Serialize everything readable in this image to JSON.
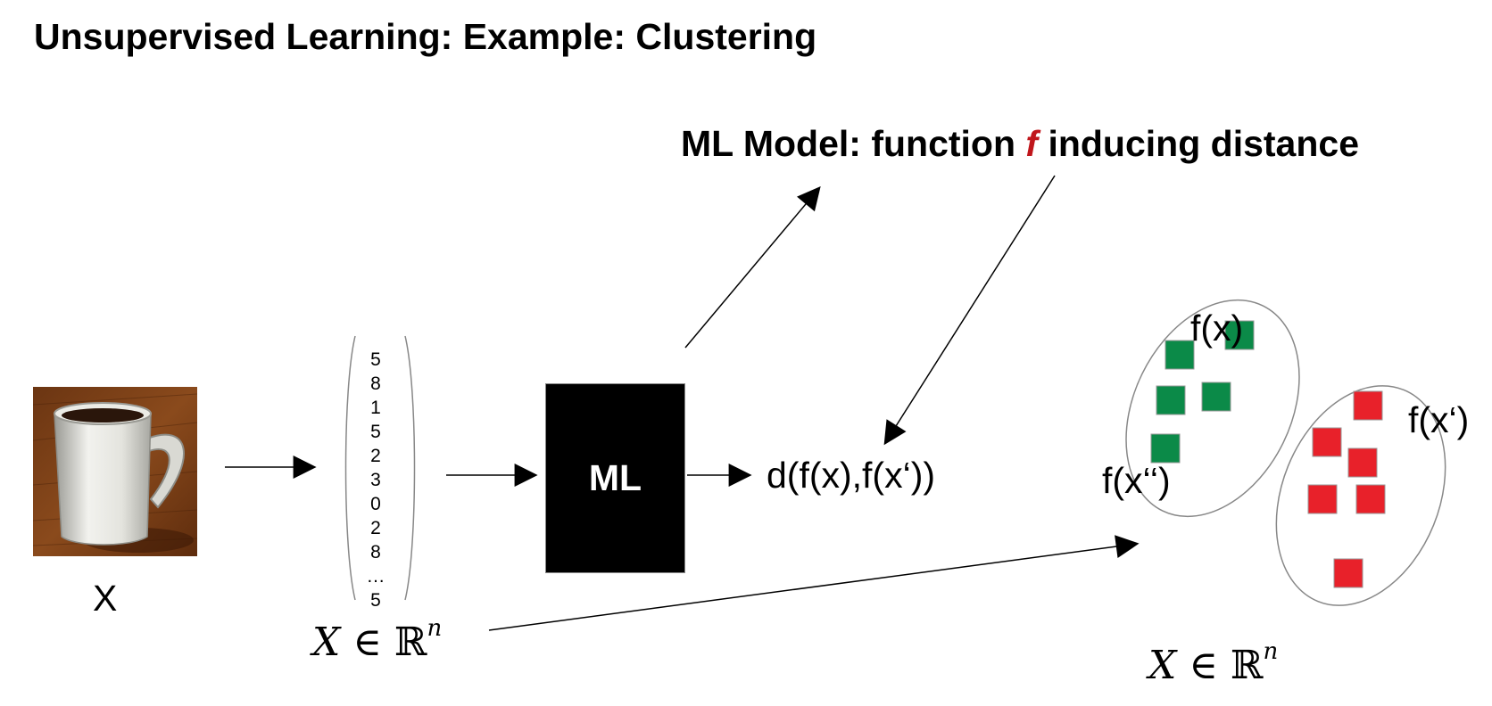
{
  "title": "Unsupervised Learning: Example: Clustering",
  "model_heading": {
    "prefix": "ML Model: function ",
    "variable": "f",
    "suffix": " inducing distance",
    "variable_color": "#c0161b"
  },
  "input": {
    "image_icon": "coffee-mug-photo",
    "label": "X"
  },
  "feature_vector": [
    "5",
    "8",
    "1",
    "5",
    "2",
    "3",
    "0",
    "2",
    "8",
    "…",
    "5"
  ],
  "ml_box_label": "ML",
  "distance_formula": "d(f(x),f(x‘))",
  "space_label": {
    "symbol": "X",
    "relation": "∈",
    "set": "ℝ",
    "exponent": "n"
  },
  "clusters": {
    "green": {
      "color": "#0b8a48",
      "point_count": 5,
      "labels": [
        "f(x)",
        "f(x‘‘)"
      ]
    },
    "red": {
      "color": "#e8212a",
      "point_count": 6,
      "labels": [
        "f(x‘)"
      ]
    }
  }
}
